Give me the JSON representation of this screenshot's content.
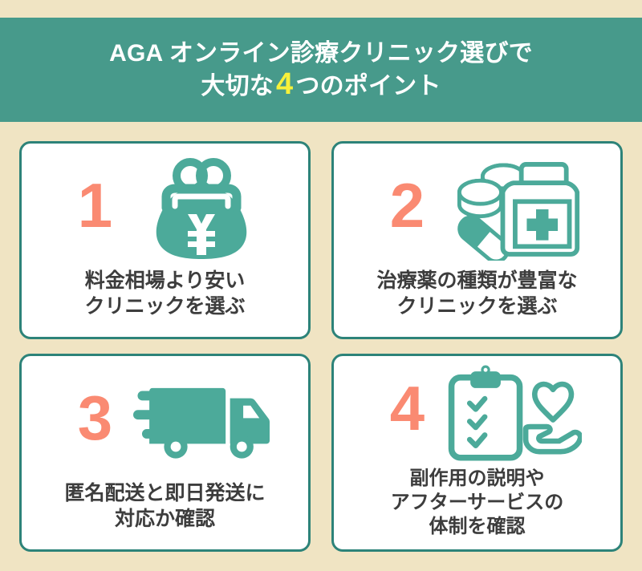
{
  "theme": {
    "background": "#f0e4c3",
    "band": "#479a8b",
    "card_border": "#2d8379",
    "card_bg": "#ffffff",
    "number": "#fa8a72",
    "highlight": "#f7f13a",
    "text": "#3d3d3d",
    "icon": "#4caa9a"
  },
  "header": {
    "line1": "AGA オンライン診療クリニック選びで",
    "line2_prefix": "大切な",
    "line2_number": "4",
    "line2_suffix": "つのポイント"
  },
  "cards": [
    {
      "number": "1",
      "icon": "coin-purse-yen-icon",
      "lines": [
        "料金相場より安い",
        "クリニックを選ぶ"
      ]
    },
    {
      "number": "2",
      "icon": "medicine-pills-bottle-icon",
      "lines": [
        "治療薬の種類が豊富な",
        "クリニックを選ぶ"
      ]
    },
    {
      "number": "3",
      "icon": "delivery-truck-icon",
      "lines": [
        "匿名配送と即日発送に",
        "対応か確認"
      ]
    },
    {
      "number": "4",
      "icon": "clipboard-checklist-heart-hand-icon",
      "lines": [
        "副作用の説明や",
        "アフターサービスの",
        "体制を確認"
      ]
    }
  ]
}
